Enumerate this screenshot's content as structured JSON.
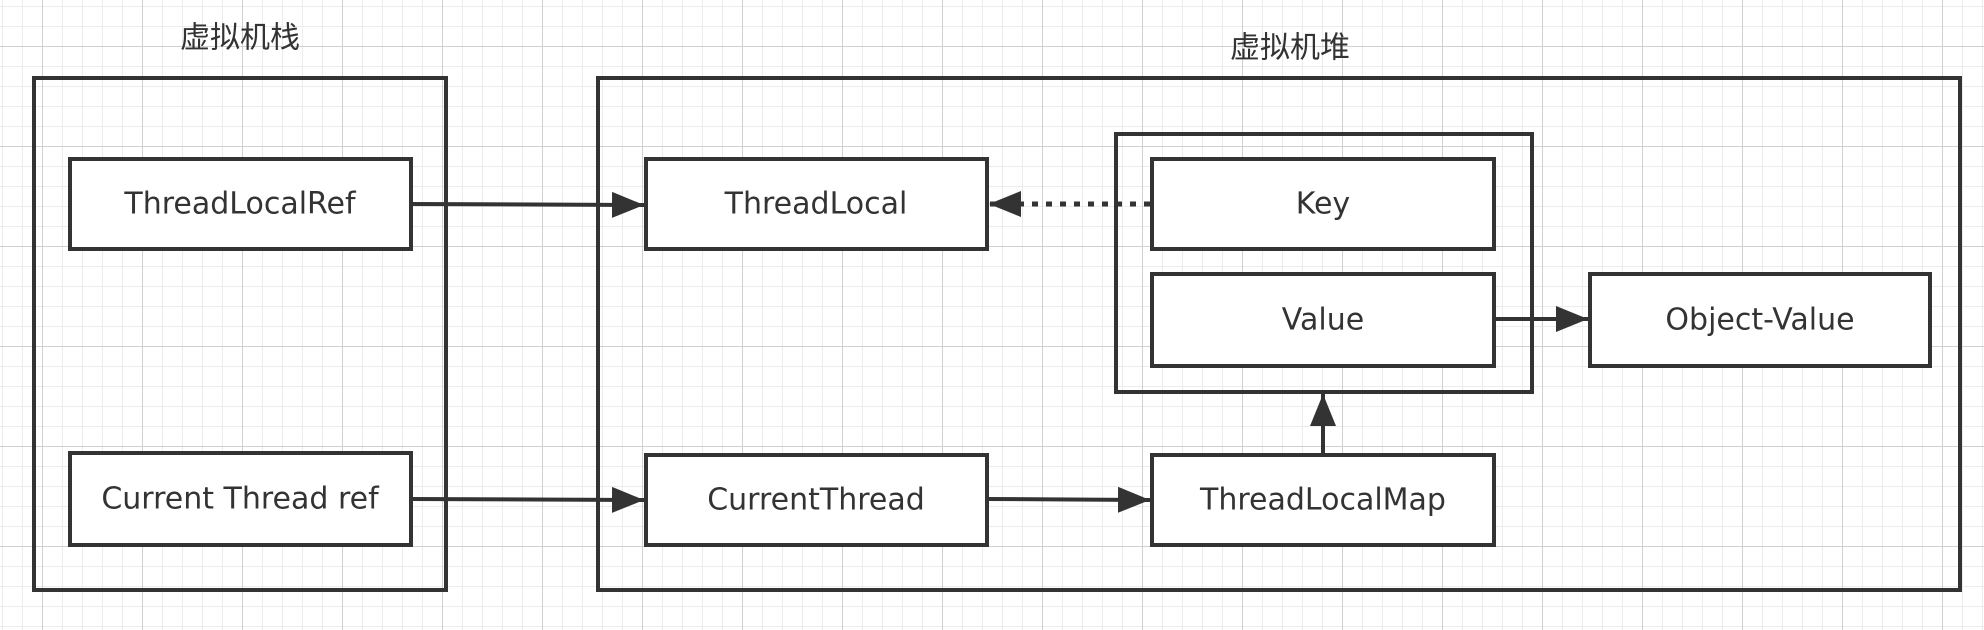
{
  "stack_panel": {
    "title": "虚拟机栈",
    "items": {
      "thread_local_ref": "ThreadLocalRef",
      "current_thread_ref": "Current Thread ref"
    }
  },
  "heap_panel": {
    "title": "虚拟机堆",
    "items": {
      "thread_local": "ThreadLocal",
      "current_thread": "CurrentThread",
      "thread_local_map": "ThreadLocalMap",
      "object_value": "Object-Value"
    },
    "entry": {
      "key": "Key",
      "value": "Value"
    }
  },
  "connections": [
    {
      "from": "ThreadLocalRef",
      "to": "ThreadLocal",
      "style": "solid"
    },
    {
      "from": "Key",
      "to": "ThreadLocal",
      "style": "dotted"
    },
    {
      "from": "Value",
      "to": "Object-Value",
      "style": "solid"
    },
    {
      "from": "Current Thread ref",
      "to": "CurrentThread",
      "style": "solid"
    },
    {
      "from": "CurrentThread",
      "to": "ThreadLocalMap",
      "style": "solid"
    },
    {
      "from": "ThreadLocalMap",
      "to": "Key/Value entry",
      "style": "solid"
    }
  ],
  "colors": {
    "stroke": "#333333",
    "background": "#ffffff",
    "grid_major": "#d0d0d0",
    "grid_minor": "#ececec"
  }
}
